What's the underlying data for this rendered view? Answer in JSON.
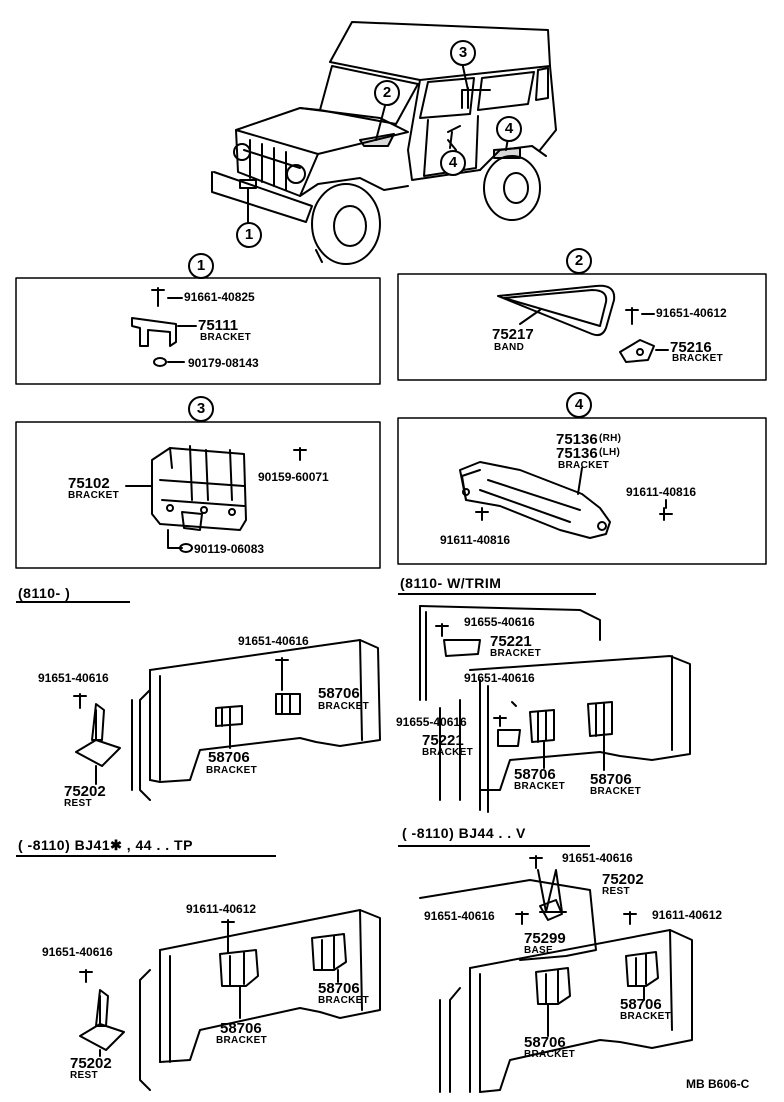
{
  "callouts": {
    "c1": "1",
    "c2": "2",
    "c3": "3",
    "c4": "4"
  },
  "box1": {
    "bolt": "91661-40825",
    "bracket_no": "75111",
    "bracket_label": "BRACKET",
    "nut": "90179-08143"
  },
  "box2": {
    "band_no": "75217",
    "band_label": "BAND",
    "bolt": "91651-40612",
    "bracket_no": "75216",
    "bracket_label": "BRACKET"
  },
  "box3": {
    "bracket_no": "75102",
    "bracket_label": "BRACKET",
    "screw": "90159-60071",
    "nut": "90119-06083"
  },
  "box4": {
    "rh_no": "75136",
    "rh_tag": "(RH)",
    "lh_no": "75136",
    "lh_tag": "(LH)",
    "bracket_label": "BRACKET",
    "bolt_right": "91611-40816",
    "bolt_left": "91611-40816"
  },
  "sec_a": {
    "title": "(8110-         )",
    "bolt_left": "91651-40616",
    "bolt_top": "91651-40616",
    "br_right_no": "58706",
    "br_right_label": "BRACKET",
    "br_left_no": "58706",
    "br_left_label": "BRACKET",
    "rest_no": "75202",
    "rest_label": "REST"
  },
  "sec_b": {
    "title": "(8110-         W/TRIM",
    "bolt_top": "91655-40616",
    "br_top_no": "75221",
    "br_top_label": "BRACKET",
    "bolt_mid": "91651-40616",
    "bolt_left": "91655-40616",
    "br_left_no": "75221",
    "br_left_label": "BRACKET",
    "br_a_no": "58706",
    "br_a_label": "BRACKET",
    "br_b_no": "58706",
    "br_b_label": "BRACKET"
  },
  "sec_c": {
    "title": "(         -8110) BJ41✱ , 44 . . TP",
    "bolt_top": "91611-40612",
    "bolt_left": "91651-40616",
    "br_right_no": "58706",
    "br_right_label": "BRACKET",
    "br_mid_no": "58706",
    "br_mid_label": "BRACKET",
    "rest_no": "75202",
    "rest_label": "REST"
  },
  "sec_d": {
    "title": "(         -8110)  BJ44 . . V",
    "bolt_top": "91651-40616",
    "rest_no": "75202",
    "rest_label": "REST",
    "bolt_left": "91651-40616",
    "base_no": "75299",
    "base_label": "BASE",
    "bolt_right": "91611-40612",
    "br_right_no": "58706",
    "br_right_label": "BRACKET",
    "br_mid_no": "58706",
    "br_mid_label": "BRACKET"
  },
  "footer": {
    "code": "MB  B606-C"
  }
}
